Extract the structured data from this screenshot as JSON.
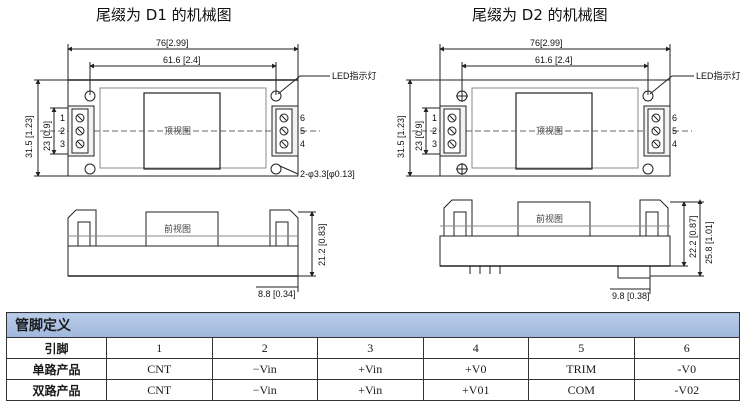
{
  "drawings": [
    {
      "heading": "尾缀为 D1 的机械图",
      "dim_length": "76[2.99]",
      "dim_hole_pitch": "61.6 [2.4]",
      "dim_height": "31.5 [1.23]",
      "dim_pin_span": "23 [0.9]",
      "led_label": "LED指示灯",
      "hole_label": "2-φ3.3[φ0.13]",
      "top_view": "顶视图",
      "front_view": "前视图",
      "dim_side_height": "21.2 [0.83]",
      "dim_foot": "8.8 [0.34]",
      "left_pins": [
        "1",
        "2",
        "3"
      ],
      "right_pins": [
        "6",
        "5",
        "4"
      ]
    },
    {
      "heading": "尾缀为 D2 的机械图",
      "dim_length": "76[2.99]",
      "dim_hole_pitch": "61.6 [2.4]",
      "dim_height": "31.5 [1.23]",
      "dim_pin_span": "23 [0.9]",
      "led_label": "LED指示灯",
      "top_view": "顶视图",
      "front_view": "前视图",
      "dim_side_height_a": "22.2 [0.87]",
      "dim_side_height_b": "25.8 [1.01]",
      "dim_foot": "9.8 [0.38]",
      "left_pins": [
        "1",
        "2",
        "3"
      ],
      "right_pins": [
        "6",
        "5",
        "4"
      ]
    }
  ],
  "pin_table": {
    "title": "管脚定义",
    "header": [
      "引脚",
      "1",
      "2",
      "3",
      "4",
      "5",
      "6"
    ],
    "rows": [
      [
        "单路产品",
        "CNT",
        "−Vin",
        "+Vin",
        "+V0",
        "TRIM",
        "-V0"
      ],
      [
        "双路产品",
        "CNT",
        "−Vin",
        "+Vin",
        "+V01",
        "COM",
        "-V02"
      ]
    ]
  }
}
